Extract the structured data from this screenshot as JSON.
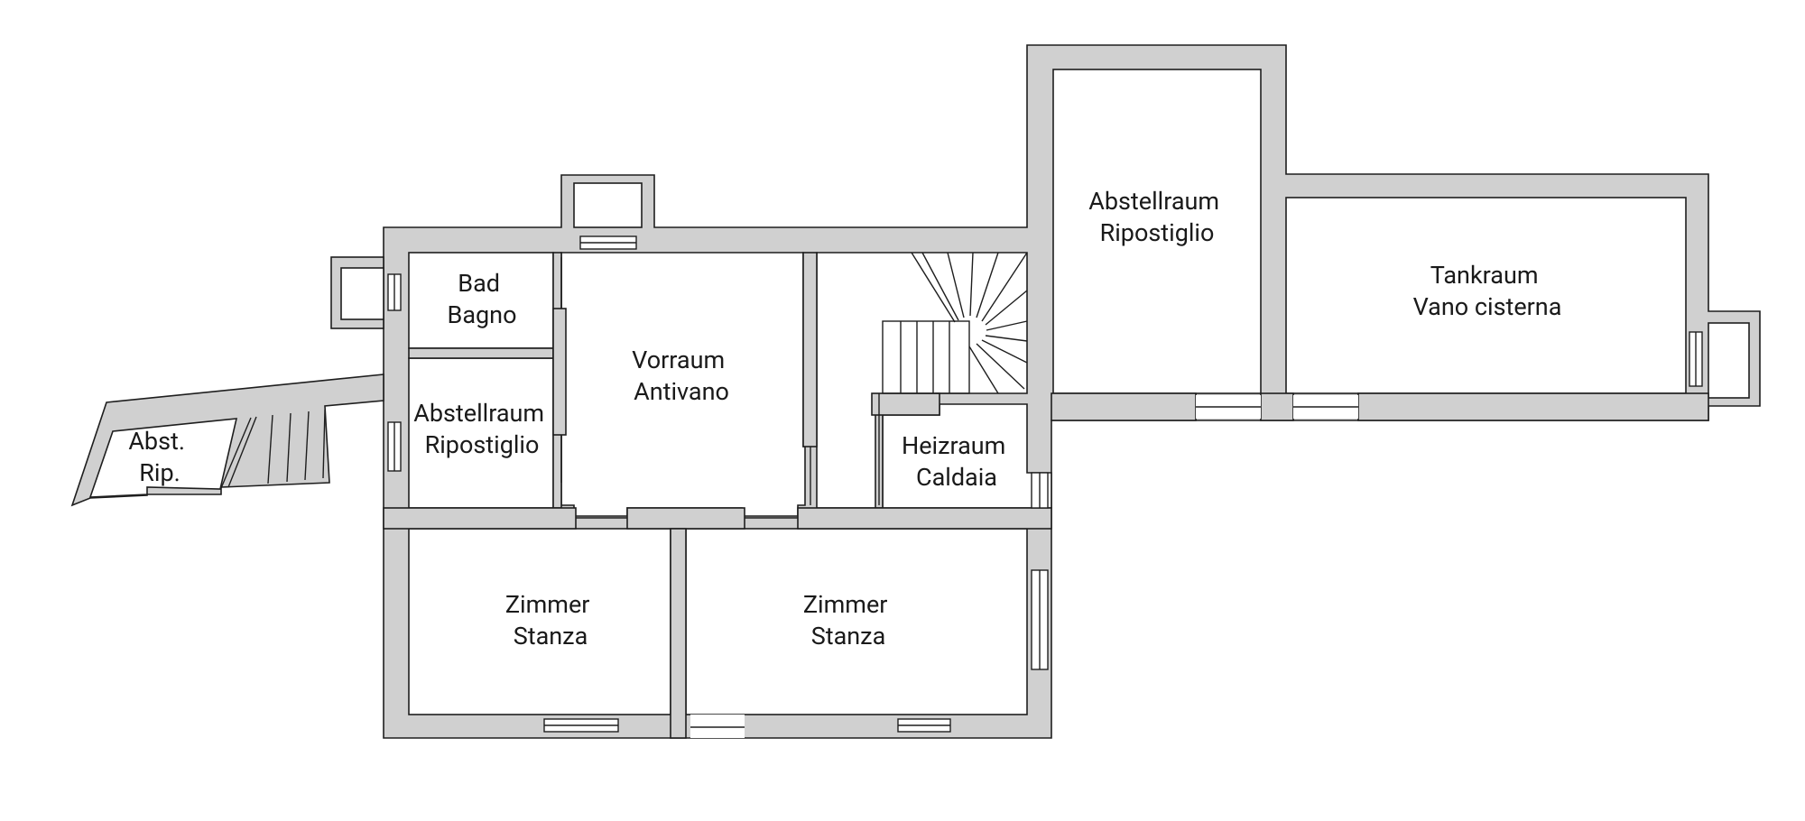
{
  "rooms": {
    "bad": [
      "Bad",
      "Bagno"
    ],
    "abstellraum_small": [
      "Abstellraum",
      "Ripostiglio"
    ],
    "vorraum": [
      "Vorraum",
      "Antivano"
    ],
    "heizraum": [
      "Heizraum",
      "Caldaia"
    ],
    "zimmer_left": [
      "Zimmer",
      "Stanza"
    ],
    "zimmer_right": [
      "Zimmer",
      "Stanza"
    ],
    "abstellraum_large": [
      "Abstellraum",
      "Ripostiglio"
    ],
    "tankraum": [
      "Tankraum",
      "Vano cisterna"
    ],
    "abst_outside": [
      "Abst.",
      "Rip."
    ]
  }
}
